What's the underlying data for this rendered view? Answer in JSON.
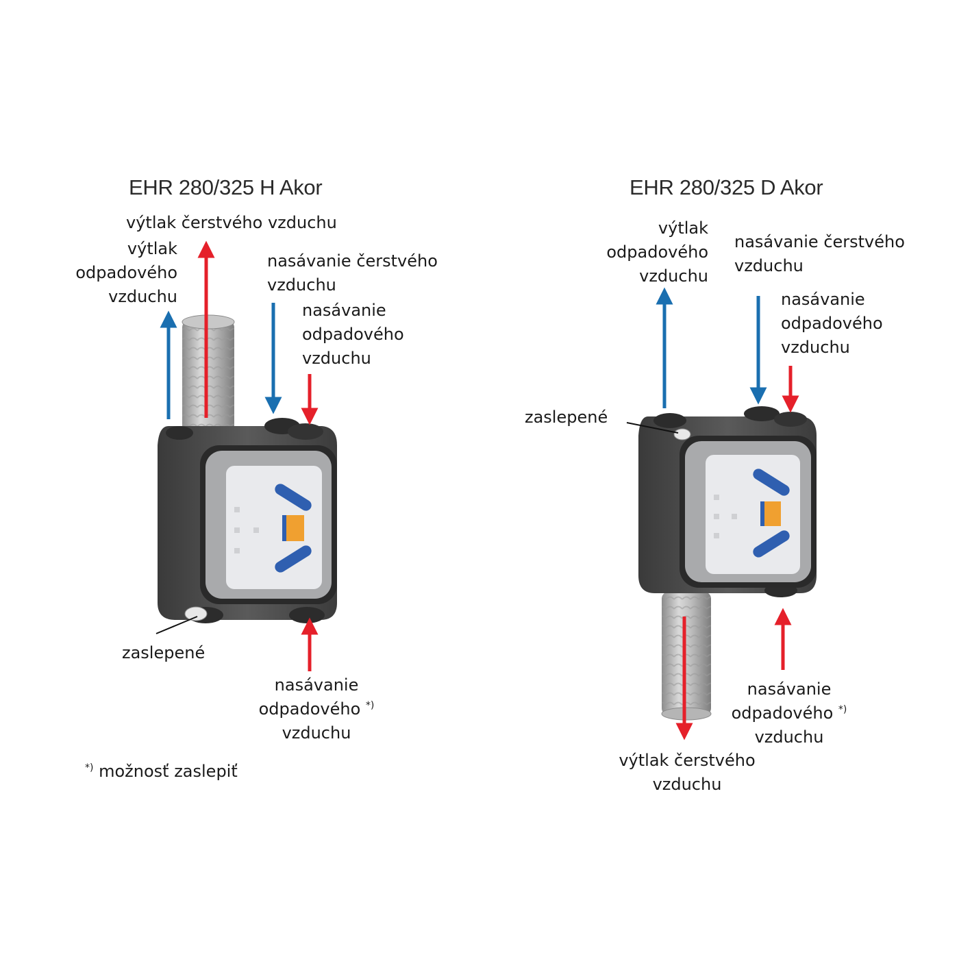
{
  "left": {
    "title": "EHR 280/325 H Akor",
    "labels": {
      "fresh_out": "výtlak čerstvého vzduchu",
      "waste_out": [
        "výtlak",
        "odpadového",
        "vzduchu"
      ],
      "fresh_in": [
        "nasávanie čerstvého",
        "vzduchu"
      ],
      "waste_in_top": [
        "nasávanie",
        "odpadového",
        "vzduchu"
      ],
      "blinded": "zaslepené",
      "waste_in_bottom": [
        "nasávanie",
        "odpadového",
        "vzduchu"
      ],
      "asterisk": "*)",
      "footnote": "možnosť zaslepiť"
    }
  },
  "right": {
    "title": "EHR 280/325 D Akor",
    "labels": {
      "waste_out": [
        "výtlak",
        "odpadového",
        "vzduchu"
      ],
      "fresh_in": [
        "nasávanie čerstvého",
        "vzduchu"
      ],
      "waste_in_top": [
        "nasávanie",
        "odpadového",
        "vzduchu"
      ],
      "blinded": "zaslepené",
      "waste_in_bottom": [
        "nasávanie",
        "odpadového",
        "vzduchu"
      ],
      "asterisk": "*)",
      "fresh_out": [
        "výtlak čerstvého",
        "vzduchu"
      ]
    }
  },
  "colors": {
    "fresh_arrow": "#e5202a",
    "waste_arrow": "#1a6fb0",
    "housing": "#4a4a4a",
    "panel": "#a9aaac",
    "inner_panel": "#e9eaed",
    "duct": "#b9b9b9",
    "knob": "#2f5fb0",
    "indicator": "#f0a030"
  }
}
